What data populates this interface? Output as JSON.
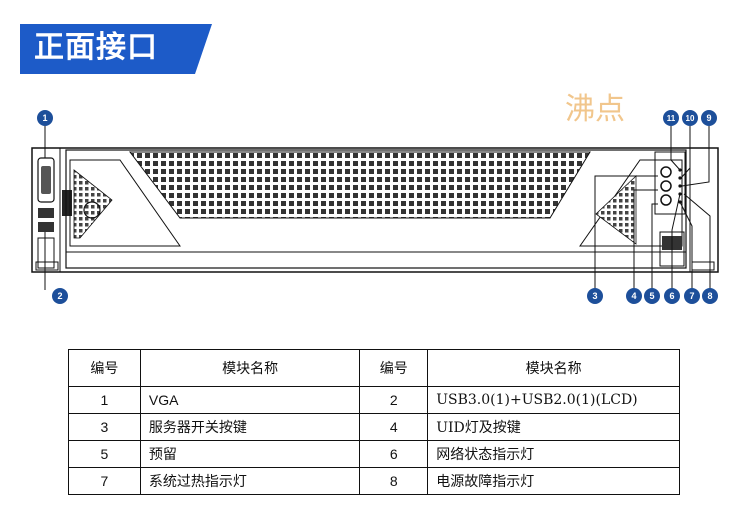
{
  "header": {
    "title": "正面接口"
  },
  "watermark": "沸点",
  "callouts": [
    "1",
    "2",
    "3",
    "4",
    "5",
    "6",
    "7",
    "8",
    "9",
    "10",
    "11"
  ],
  "colors": {
    "banner": "#1d5bc8",
    "callout": "#1d4f9a",
    "watermark": "#f0c080"
  },
  "table": {
    "headers": [
      "编号",
      "模块名称",
      "编号",
      "模块名称"
    ],
    "rows": [
      {
        "n1": "1",
        "m1": "VGA",
        "n2": "2",
        "m2": "USB3.0(1)+USB2.0(1)(LCD)"
      },
      {
        "n1": "3",
        "m1": "服务器开关按键",
        "n2": "4",
        "m2": "UID灯及按键"
      },
      {
        "n1": "5",
        "m1": "预留",
        "n2": "6",
        "m2": "网络状态指示灯"
      },
      {
        "n1": "7",
        "m1": "系统过热指示灯",
        "n2": "8",
        "m2": "电源故障指示灯"
      }
    ]
  }
}
